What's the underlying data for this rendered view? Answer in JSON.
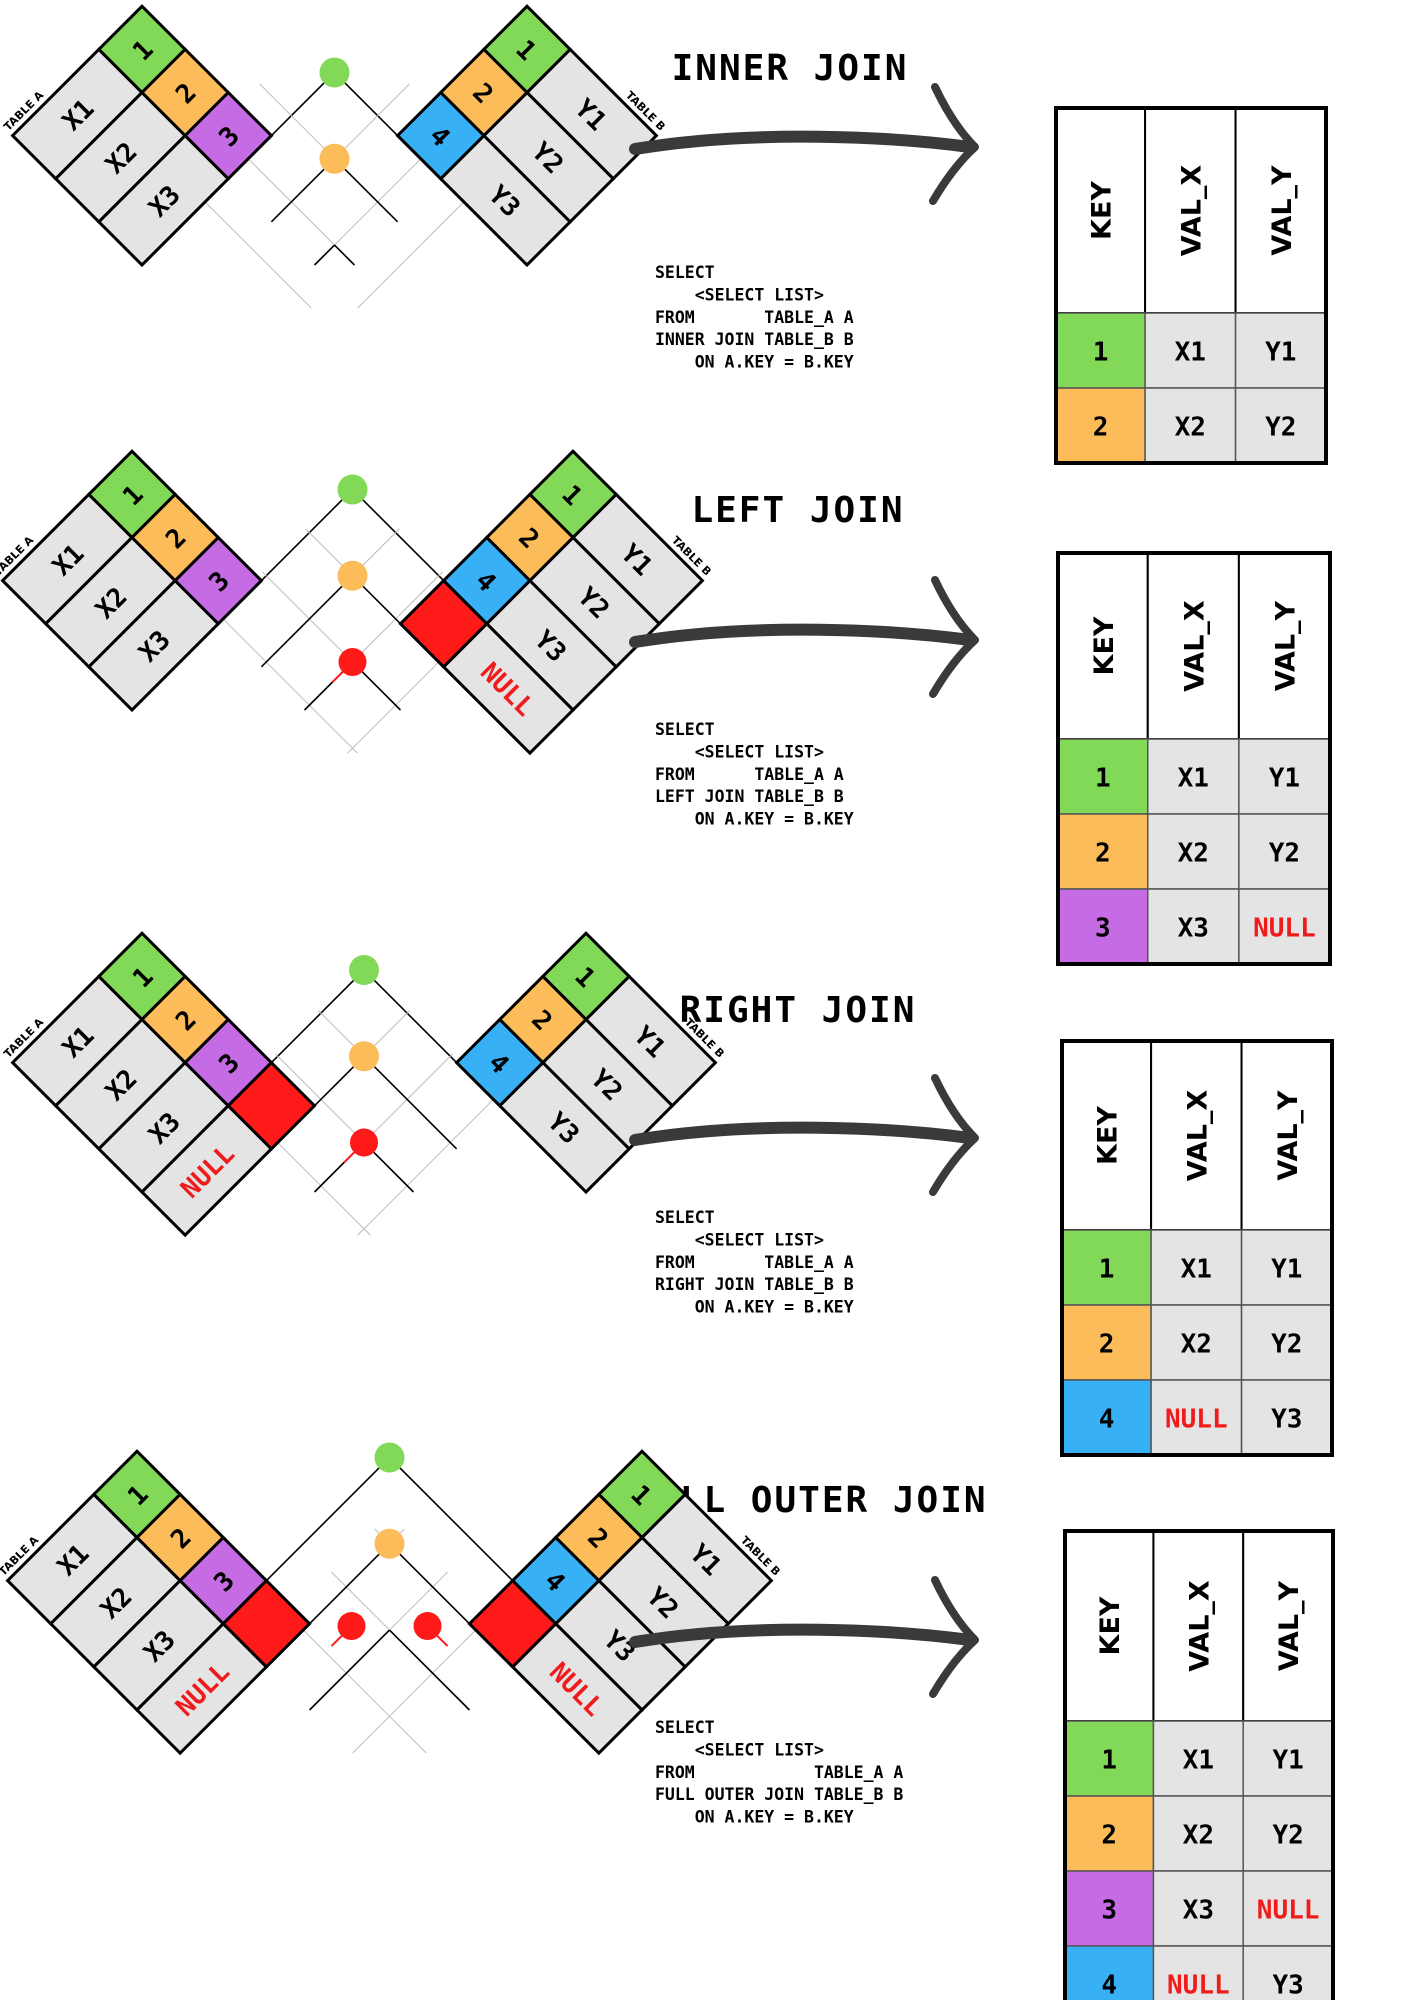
{
  "colors": {
    "key1": "#82d957",
    "key2": "#fcbc5a",
    "key3": "#c56be3",
    "key4": "#37b0f6",
    "unmatched": "#ff1a1a",
    "value_cell": "#e4e4e4",
    "null_text": "#f01c1c"
  },
  "table_a_label": "TABLE A",
  "table_b_label": "TABLE B",
  "result_headers": [
    "KEY",
    "VAL_X",
    "VAL_Y"
  ],
  "sections": [
    {
      "id": "inner",
      "title": "INNER JOIN",
      "sql": [
        "SELECT",
        "    <SELECT LIST>",
        "FROM       TABLE_A A",
        "INNER JOIN TABLE_B B",
        "    ON A.KEY = B.KEY"
      ],
      "table_a": [
        [
          "1",
          "X1"
        ],
        [
          "2",
          "X2"
        ],
        [
          "3",
          "X3"
        ]
      ],
      "table_b": [
        [
          "1",
          "Y1"
        ],
        [
          "2",
          "Y2"
        ],
        [
          "4",
          "Y3"
        ]
      ],
      "left_null": "",
      "right_null": "",
      "result_rows": [
        [
          "1",
          "X1",
          "Y1"
        ],
        [
          "2",
          "X2",
          "Y2"
        ]
      ]
    },
    {
      "id": "left",
      "title": "LEFT JOIN",
      "sql": [
        "SELECT",
        "    <SELECT LIST>",
        "FROM      TABLE_A A",
        "LEFT JOIN TABLE_B B",
        "    ON A.KEY = B.KEY"
      ],
      "table_a": [
        [
          "1",
          "X1"
        ],
        [
          "2",
          "X2"
        ],
        [
          "3",
          "X3"
        ]
      ],
      "table_b": [
        [
          "1",
          "Y1"
        ],
        [
          "2",
          "Y2"
        ],
        [
          "4",
          "Y3"
        ]
      ],
      "left_null": "",
      "right_null": "NULL",
      "result_rows": [
        [
          "1",
          "X1",
          "Y1"
        ],
        [
          "2",
          "X2",
          "Y2"
        ],
        [
          "3",
          "X3",
          "NULL"
        ]
      ]
    },
    {
      "id": "right",
      "title": "RIGHT JOIN",
      "sql": [
        "SELECT",
        "    <SELECT LIST>",
        "FROM       TABLE_A A",
        "RIGHT JOIN TABLE_B B",
        "    ON A.KEY = B.KEY"
      ],
      "table_a": [
        [
          "1",
          "X1"
        ],
        [
          "2",
          "X2"
        ],
        [
          "3",
          "X3"
        ]
      ],
      "table_b": [
        [
          "1",
          "Y1"
        ],
        [
          "2",
          "Y2"
        ],
        [
          "4",
          "Y3"
        ]
      ],
      "left_null": "NULL",
      "right_null": "",
      "result_rows": [
        [
          "1",
          "X1",
          "Y1"
        ],
        [
          "2",
          "X2",
          "Y2"
        ],
        [
          "4",
          "NULL",
          "Y3"
        ]
      ]
    },
    {
      "id": "full",
      "title": "FULL OUTER JOIN",
      "sql": [
        "SELECT",
        "    <SELECT LIST>",
        "FROM            TABLE_A A",
        "FULL OUTER JOIN TABLE_B B",
        "    ON A.KEY = B.KEY"
      ],
      "table_a": [
        [
          "1",
          "X1"
        ],
        [
          "2",
          "X2"
        ],
        [
          "3",
          "X3"
        ]
      ],
      "table_b": [
        [
          "1",
          "Y1"
        ],
        [
          "2",
          "Y2"
        ],
        [
          "4",
          "Y3"
        ]
      ],
      "left_null": "NULL",
      "right_null": "NULL",
      "result_rows": [
        [
          "1",
          "X1",
          "Y1"
        ],
        [
          "2",
          "X2",
          "Y2"
        ],
        [
          "3",
          "X3",
          "NULL"
        ],
        [
          "4",
          "NULL",
          "Y3"
        ]
      ]
    }
  ]
}
